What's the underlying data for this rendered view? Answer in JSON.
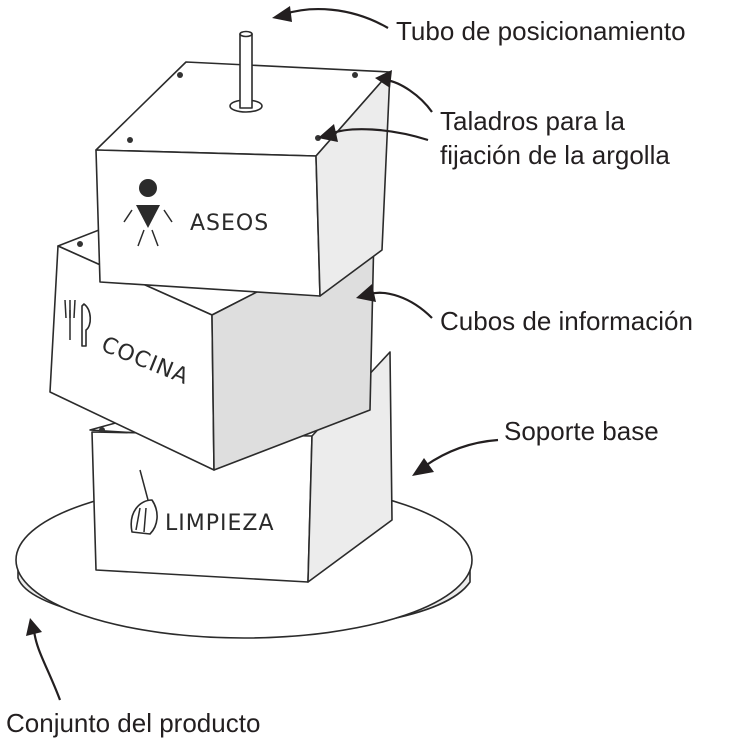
{
  "callouts": {
    "tube": "Tubo de posicionamiento",
    "drills_line1": "Taladros para la",
    "drills_line2": "fijación de la argolla",
    "cubes": "Cubos de información",
    "base": "Soporte base",
    "assembly": "Conjunto del producto"
  },
  "cubes": {
    "top_label": "ASEOS",
    "middle_label": "COCINA",
    "bottom_label": "LIMPIEZA"
  },
  "icons": {
    "top": "toilet-person-icon",
    "middle": "fork-knife-icon",
    "bottom": "broom-icon"
  }
}
